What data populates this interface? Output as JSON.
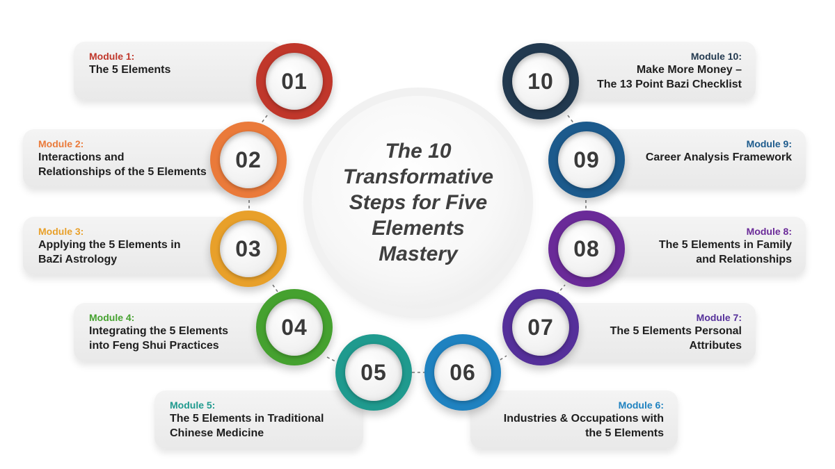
{
  "center": {
    "title": "The 10 Transformative Steps for Five Elements Mastery"
  },
  "steps": [
    {
      "number": "01",
      "module": "Module 1:",
      "title": "The 5 Elements",
      "color": "#c0372b"
    },
    {
      "number": "02",
      "module": "Module 2:",
      "title": "Interactions and\nRelationships of the 5 Elements",
      "color": "#ea7a3a"
    },
    {
      "number": "03",
      "module": "Module 3:",
      "title": "Applying the 5 Elements in\nBaZi Astrology",
      "color": "#e8a02a"
    },
    {
      "number": "04",
      "module": "Module 4:",
      "title": "Integrating the 5 Elements\ninto Feng Shui Practices",
      "color": "#45a12f"
    },
    {
      "number": "05",
      "module": "Module 5:",
      "title": "The 5 Elements in Traditional\nChinese Medicine",
      "color": "#1f9a8e"
    },
    {
      "number": "06",
      "module": "Module 6:",
      "title": "Industries & Occupations with\nthe 5 Elements",
      "color": "#1f82c0"
    },
    {
      "number": "07",
      "module": "Module 7:",
      "title": "The 5 Elements Personal\nAttributes",
      "color": "#55309a"
    },
    {
      "number": "08",
      "module": "Module 8:",
      "title": "The 5 Elements in Family\nand Relationships",
      "color": "#6a2a98"
    },
    {
      "number": "09",
      "module": "Module 9:",
      "title": "Career Analysis Framework",
      "color": "#1c5a8c"
    },
    {
      "number": "10",
      "module": "Module 10:",
      "title": "Make More Money –\nThe 13 Point Bazi Checklist",
      "color": "#22394f"
    }
  ]
}
